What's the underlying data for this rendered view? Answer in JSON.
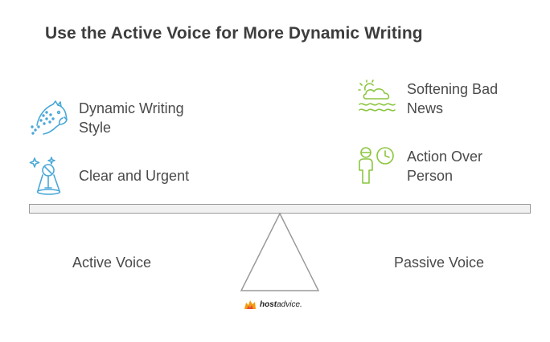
{
  "title": "Use the Active Voice for More Dynamic Writing",
  "left_items": [
    {
      "label_lines": [
        "Dynamic Writing",
        "Style"
      ],
      "icon": "cheetah-icon"
    },
    {
      "label_lines": [
        "Clear and Urgent"
      ],
      "icon": "spotlight-icon"
    }
  ],
  "right_items": [
    {
      "label_lines": [
        "Softening Bad",
        "News"
      ],
      "icon": "sun-cloud-waves-icon"
    },
    {
      "label_lines": [
        "Action Over",
        "Person"
      ],
      "icon": "person-clock-icon"
    }
  ],
  "left_side_label": "Active Voice",
  "right_side_label": "Passive Voice",
  "brand": {
    "bold": "host",
    "light": "advice."
  },
  "colors": {
    "active_icon": "#4aa8d8",
    "passive_icon": "#8cc63f",
    "beam_border": "#9a9a9a",
    "beam_fill": "#f1f1f1"
  }
}
